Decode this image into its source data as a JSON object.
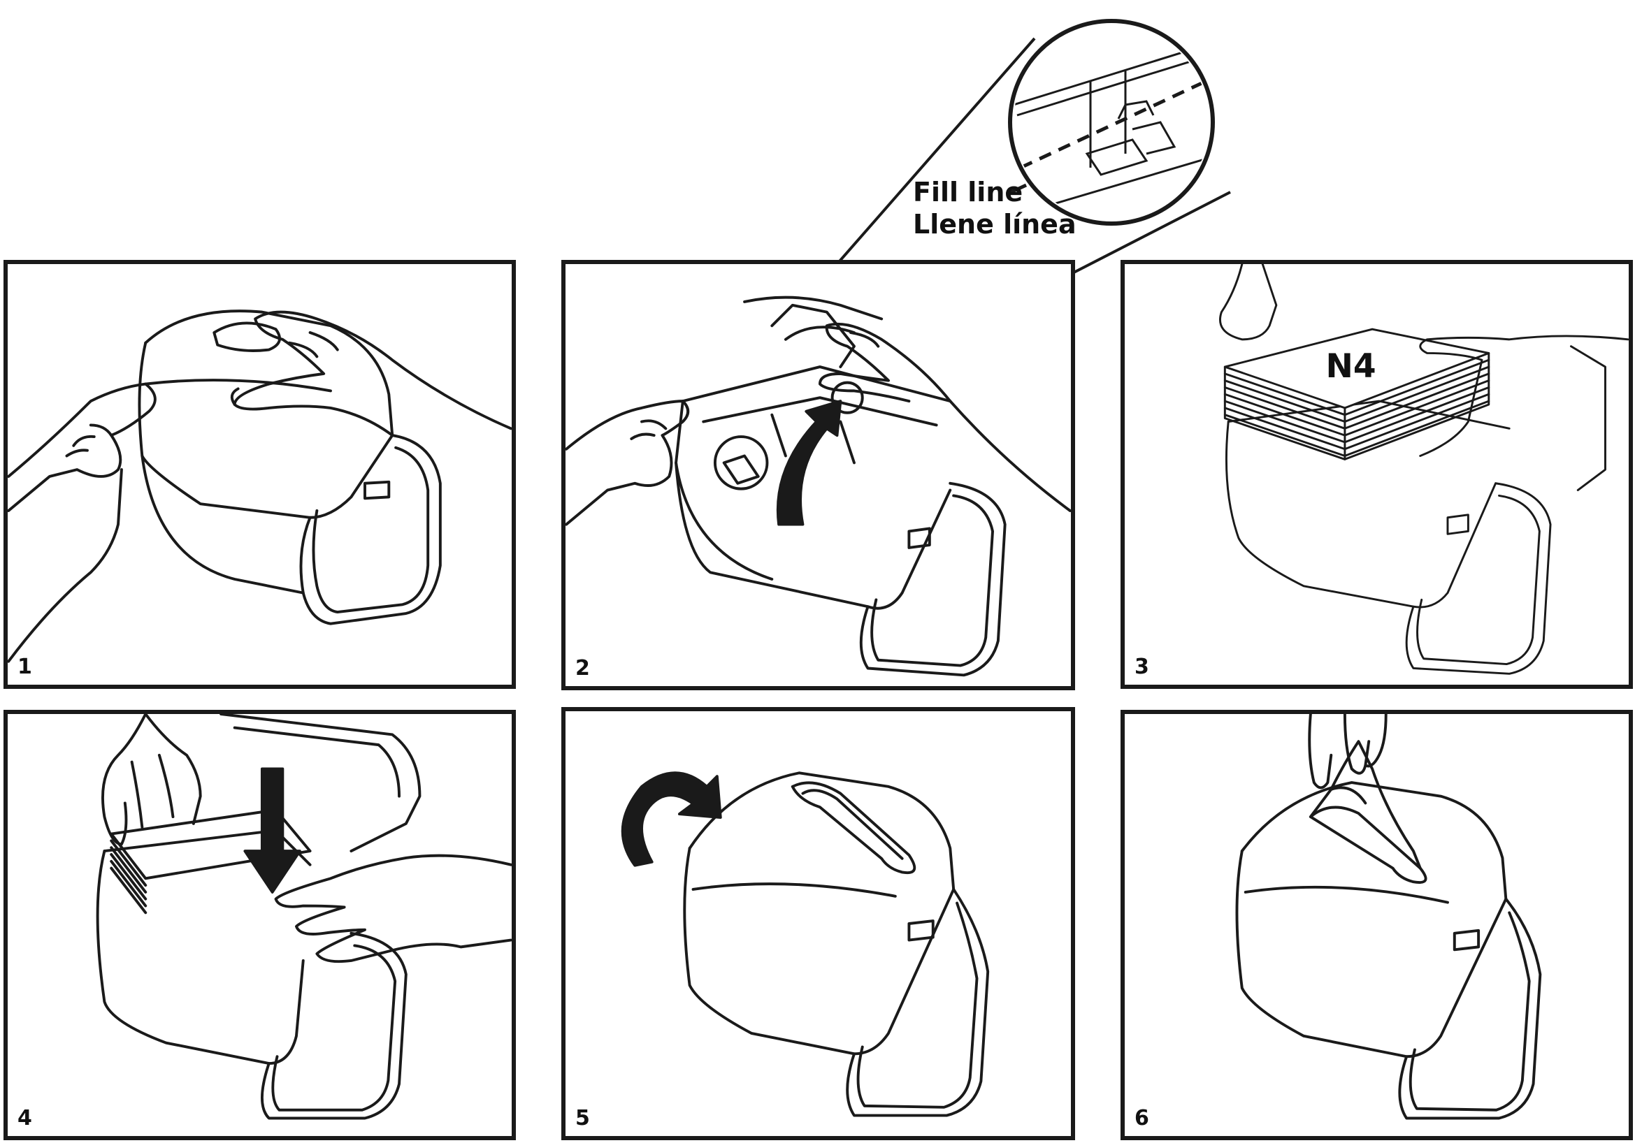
{
  "steps": [
    {
      "number": "1"
    },
    {
      "number": "2"
    },
    {
      "number": "3"
    },
    {
      "number": "4"
    },
    {
      "number": "5"
    },
    {
      "number": "6"
    }
  ],
  "callout": {
    "line_en": "Fill line",
    "line_es": "Llene línea"
  },
  "refill_label": "N4"
}
